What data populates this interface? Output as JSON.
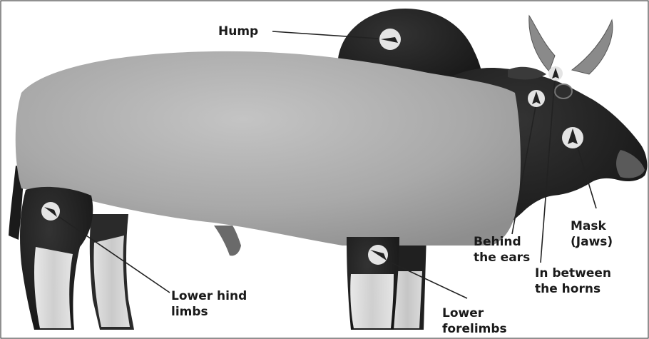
{
  "figure": {
    "subject": "cow body regions figure",
    "colors": {
      "dark_coat": "#1c1c1c",
      "body_highlight": "#a9a9a9",
      "marker_fill": "#e4e4e4",
      "leader_line": "#222222",
      "label_text": "#1a1a1a"
    }
  },
  "labels": {
    "hump": "Hump",
    "lower_hind_limbs": [
      "Lower hind",
      "limbs"
    ],
    "lower_forelimbs": [
      "Lower",
      "forelimbs"
    ],
    "behind_the_ears": [
      "Behind",
      "the ears"
    ],
    "mask_jaws": [
      "Mask",
      "(Jaws)"
    ],
    "in_between_the_horns": [
      "In between",
      "the horns"
    ]
  },
  "markers": {
    "hump": "arrow-marker",
    "lower_hind_limbs": "arrow-marker",
    "lower_forelimbs": "arrow-marker",
    "behind_the_ears": "arrow-marker",
    "mask_jaws": "arrow-marker",
    "in_between_the_horns": "arrow-marker"
  }
}
